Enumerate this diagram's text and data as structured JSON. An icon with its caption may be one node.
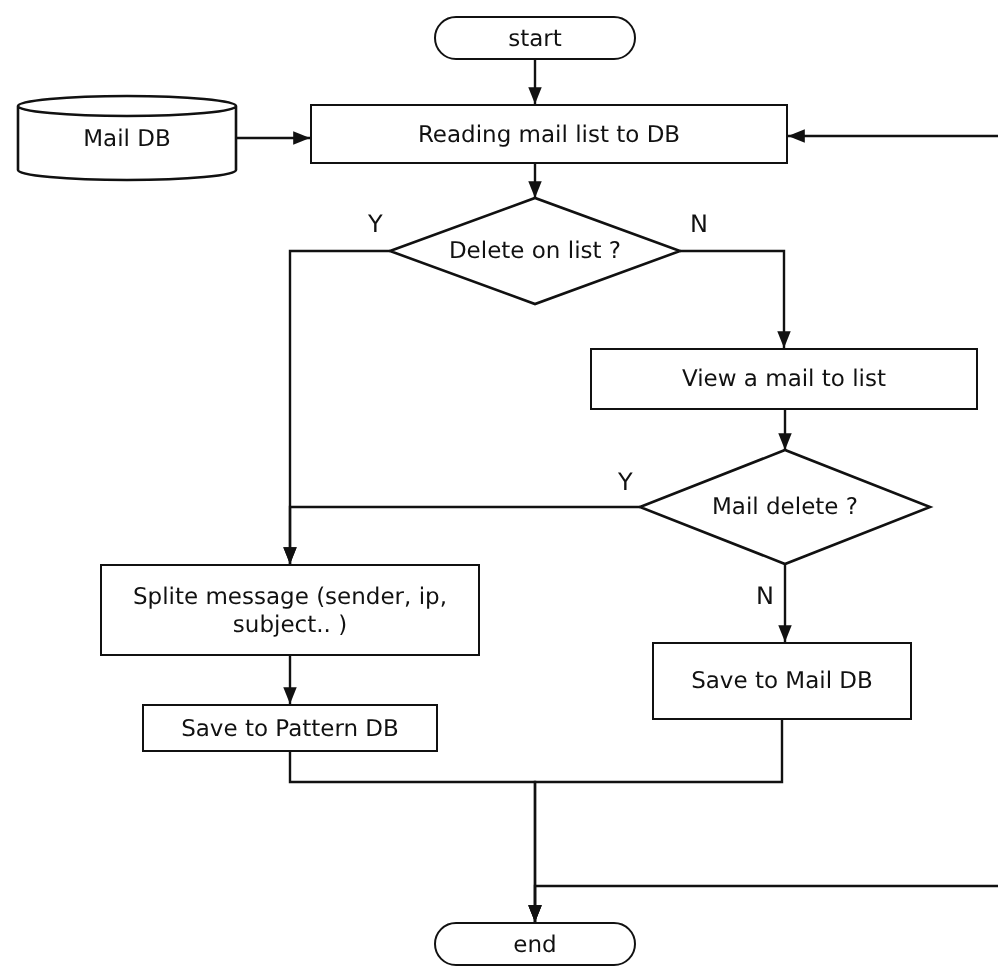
{
  "diagram": {
    "nodes": [
      {
        "text": [
          "start"
        ]
      },
      {
        "text": [
          "Mail DB"
        ]
      },
      {
        "text": [
          "Reading mail list to DB"
        ]
      },
      {
        "text": [
          "Delete on list ?"
        ]
      },
      {
        "text": [
          "View a mail to list"
        ]
      },
      {
        "text": [
          "Mail delete ?"
        ]
      },
      {
        "text": [
          "Splite message (sender, ip, subject.. )"
        ]
      },
      {
        "text": [
          "Save to Pattern DB"
        ]
      },
      {
        "text": [
          "Save to Mail DB"
        ]
      },
      {
        "text": [
          "end"
        ]
      }
    ],
    "edges": [
      {
        "from": 0,
        "to": 2,
        "arrow": "to"
      },
      {
        "from": 1,
        "to": 2,
        "arrow": "to"
      },
      {
        "from": 2,
        "to": 3,
        "arrow": "to"
      },
      {
        "from": 3,
        "to": 6,
        "arrow": "to",
        "label": "Y"
      },
      {
        "from": 3,
        "to": 4,
        "arrow": "to",
        "label": "N"
      },
      {
        "from": 4,
        "to": 5,
        "arrow": "to"
      },
      {
        "from": 5,
        "to": 6,
        "arrow": "to",
        "label": "Y"
      },
      {
        "from": 5,
        "to": 8,
        "arrow": "to",
        "label": "N"
      },
      {
        "from": 6,
        "to": 7,
        "arrow": "to"
      },
      {
        "from": 7,
        "to": 9,
        "arrow": "to"
      },
      {
        "from": 8,
        "to": 9,
        "arrow": "to"
      },
      {
        "from": null,
        "to": 2,
        "arrow": "to"
      },
      {
        "from": null,
        "to": 9,
        "arrow": "to"
      }
    ]
  }
}
